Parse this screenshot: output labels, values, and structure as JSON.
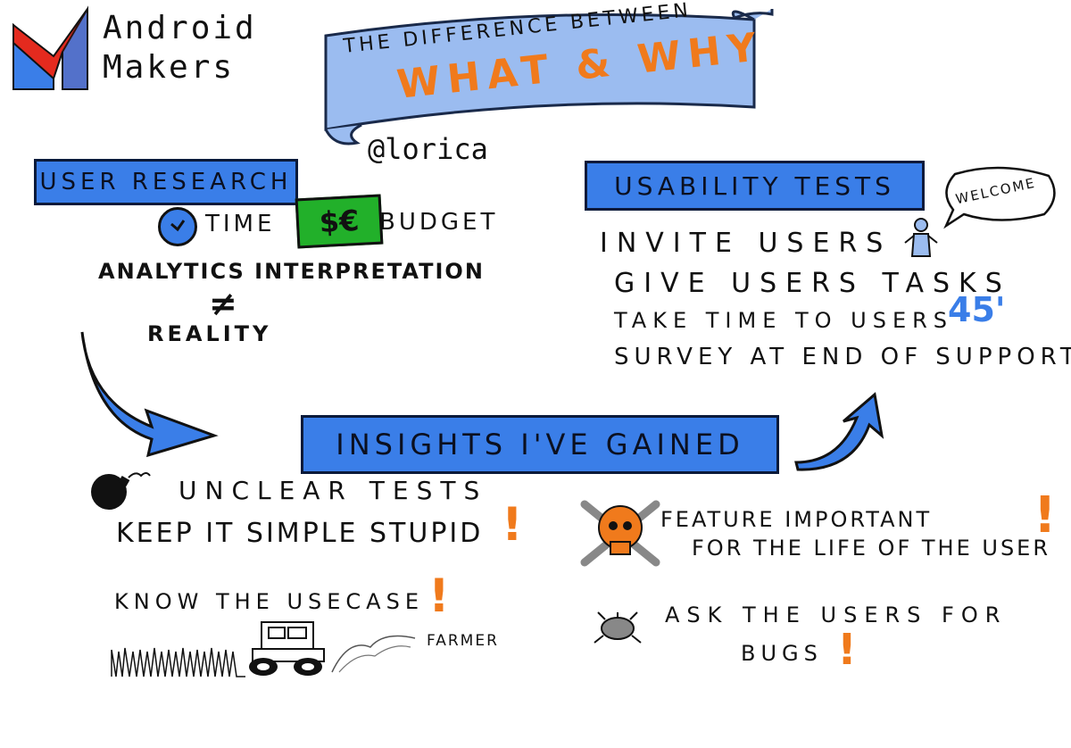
{
  "logo": {
    "line1": "Android",
    "line2": "Makers"
  },
  "banner": {
    "line1": "THE DIFFERENCE BETWEEN",
    "line2": "WHAT & WHY"
  },
  "handle": "@lorica",
  "user_research": {
    "title": "USER RESEARCH",
    "time": "TIME",
    "budget_symbol": "$€",
    "budget": "BUDGET",
    "analytics": "ANALYTICS INTERPRETATION",
    "not_equal": "≠",
    "reality": "REALITY"
  },
  "usability": {
    "title": "USABILITY TESTS",
    "welcome": "WELCOME",
    "items": [
      "INVITE USERS",
      "GIVE USERS TASKS",
      "TAKE TIME TO USERS",
      "SURVEY AT END OF SUPPORT"
    ],
    "duration": "45'"
  },
  "insights": {
    "title": "INSIGHTS I'VE GAINED",
    "unclear": "UNCLEAR TESTS",
    "kiss": "KEEP IT SIMPLE STUPID",
    "usecase": "KNOW THE USECASE",
    "farmer": "FARMER",
    "feature1": "FEATURE IMPORTANT",
    "feature2": "FOR THE LIFE OF THE USER",
    "ask": "ASK THE USERS FOR",
    "bugs": "BUGS",
    "bang": "!"
  },
  "colors": {
    "blue": "#3a7ee8",
    "light_blue": "#9bbcf0",
    "orange": "#f07a1c",
    "green": "#22b02a",
    "red": "#e42a1e"
  }
}
